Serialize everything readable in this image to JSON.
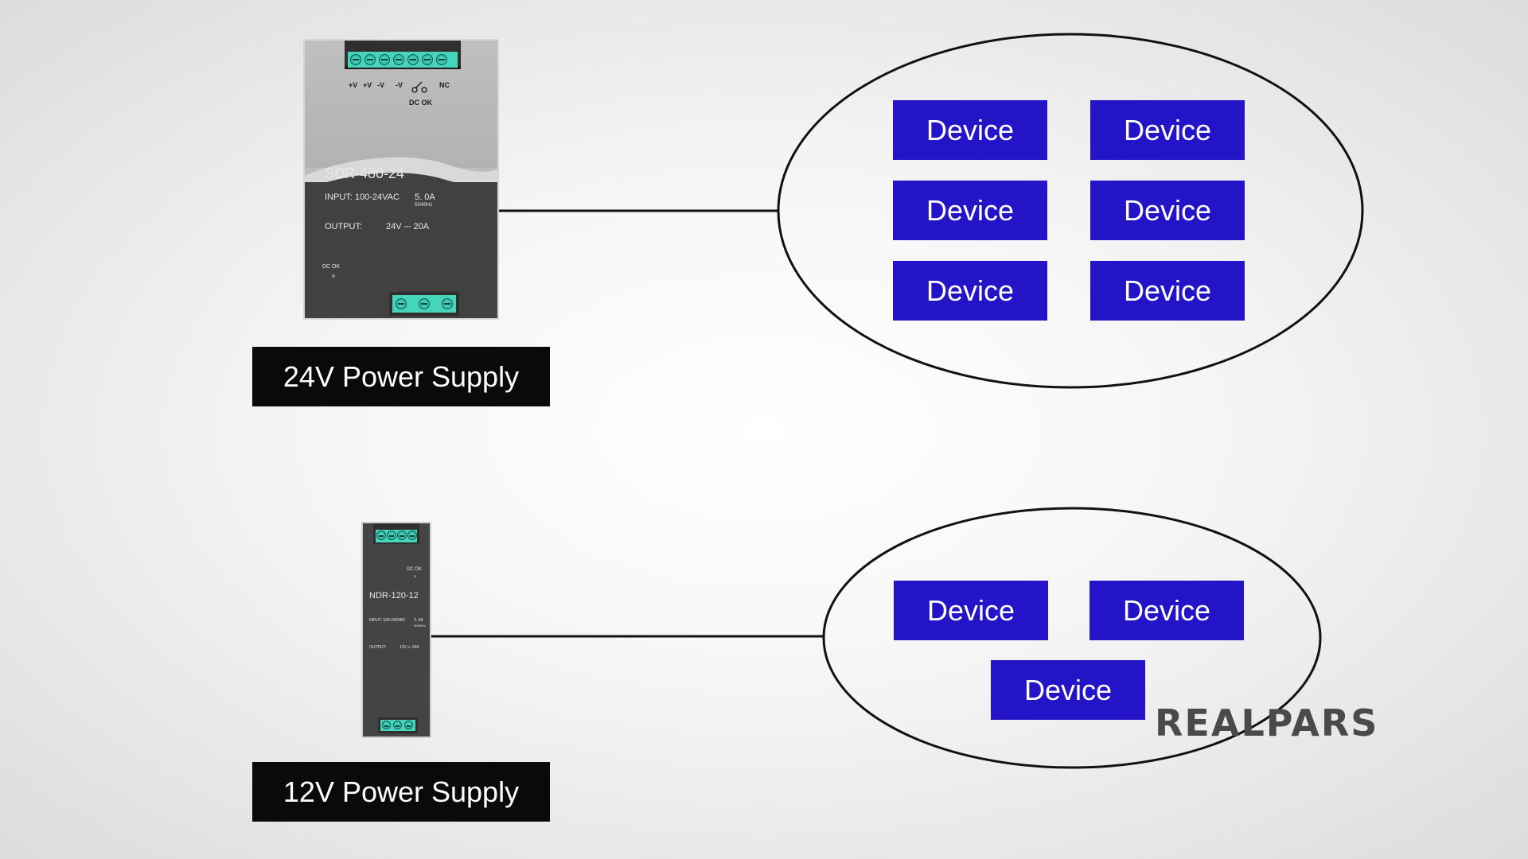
{
  "psu_24v": {
    "model": "SDR-480-24",
    "terminal_labels": [
      "+V",
      "+V",
      "-V",
      "-V",
      "NC"
    ],
    "dc_ok_label": "DC OK",
    "input_label": "INPUT: 100-24VAC",
    "input_current": "5. 0A",
    "input_freq": "50/60Hz",
    "output_label": "OUTPUT:",
    "output_value": "24V ⎓ 20A",
    "led_label": "DC OK",
    "caption": "24V Power Supply"
  },
  "psu_12v": {
    "model": "NDR-120-12",
    "led_label": "DC OK",
    "input_label": "INPUT: 100-240VAC",
    "input_current": "2. 6A",
    "input_freq": "50/60Hz",
    "output_label": "OUTPUT:",
    "output_value": "12V ⎓ 10A",
    "caption": "12V Power Supply"
  },
  "group_24v": {
    "devices": [
      "Device",
      "Device",
      "Device",
      "Device",
      "Device",
      "Device"
    ]
  },
  "group_12v": {
    "devices": [
      "Device",
      "Device",
      "Device"
    ]
  },
  "logo": "REALPARS",
  "colors": {
    "device_fill": "#2414c8",
    "caption_fill": "#0a0a0a",
    "terminal": "#46d5bb"
  }
}
